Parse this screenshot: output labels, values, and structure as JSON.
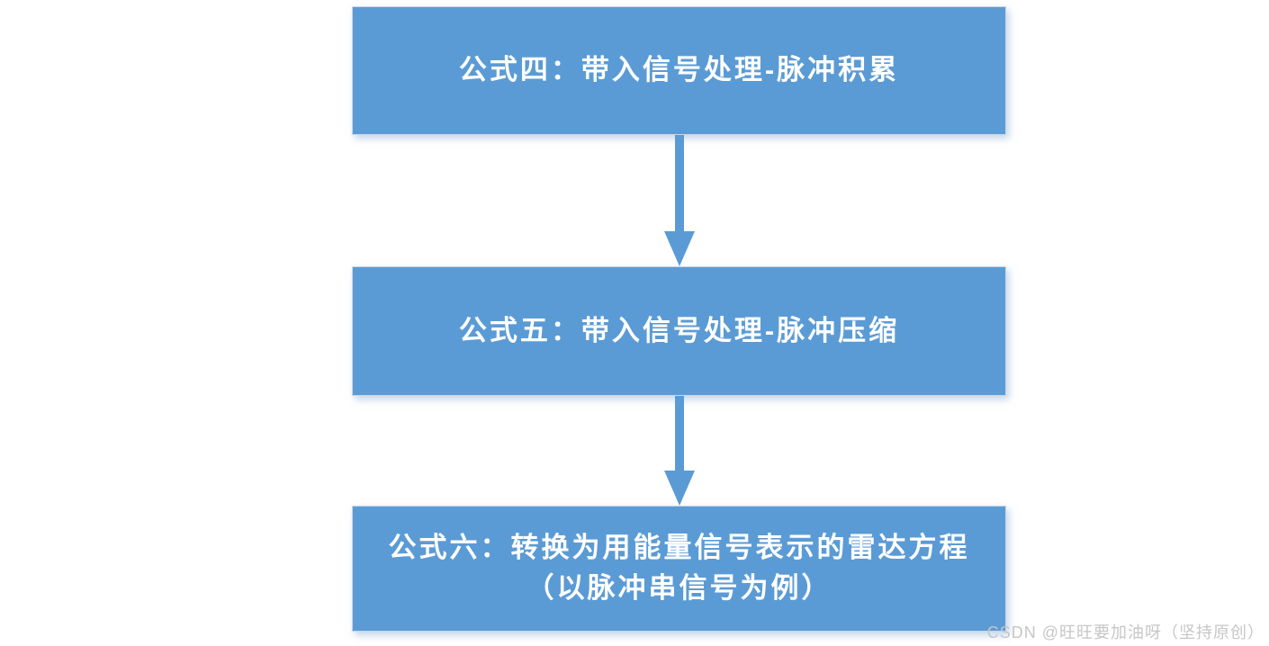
{
  "flowchart": {
    "boxes": [
      {
        "label": "公式四：带入信号处理-脉冲积累"
      },
      {
        "label": "公式五：带入信号处理-脉冲压缩"
      },
      {
        "label": "公式六：转换为用能量信号表示的雷达方程\n（以脉冲串信号为例）"
      }
    ],
    "colors": {
      "box_fill": "#5B9BD5",
      "box_border": "#C9D5E5",
      "box_text": "#FFFFFF",
      "arrow": "#5B9BD5"
    }
  },
  "watermark": {
    "text": "CSDN @旺旺要加油呀（坚持原创）",
    "color": "#C6C6C6"
  }
}
